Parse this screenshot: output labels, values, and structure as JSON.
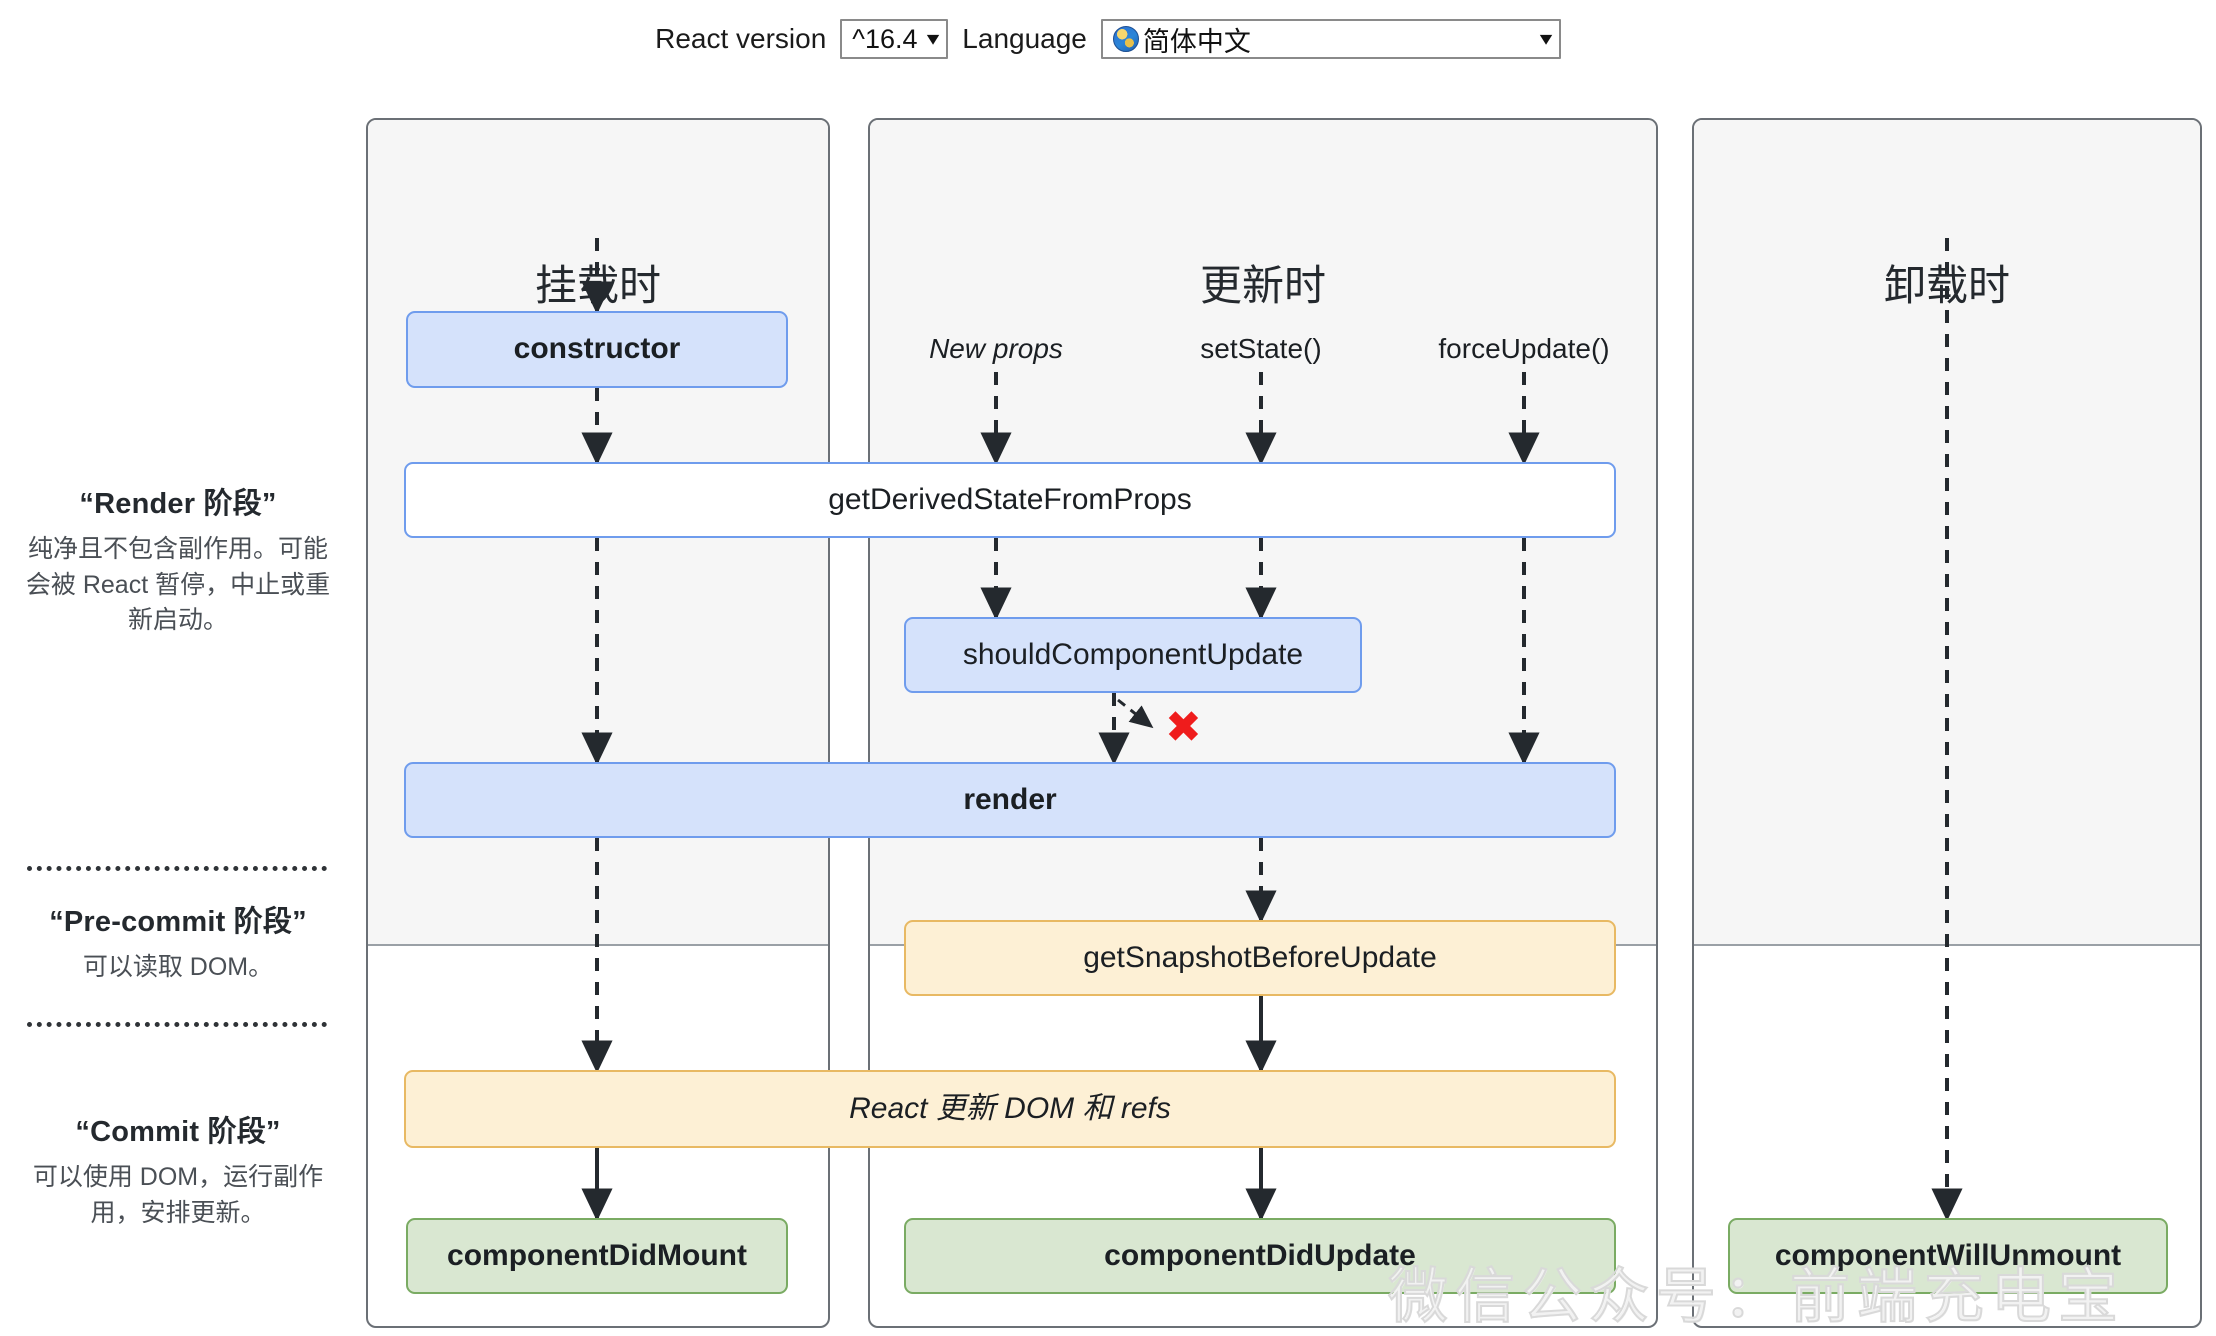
{
  "toolbar": {
    "react_version_label": "React version",
    "react_version_value": "^16.4",
    "language_label": "Language",
    "language_value": "简体中文",
    "caret": "⌄",
    "globe_icon": "globe-icon"
  },
  "legend": [
    {
      "title": "“Render 阶段”",
      "desc": "纯净且不包含副作用。可能会被 React 暂停，中止或重新启动。"
    },
    {
      "title": "“Pre-commit 阶段”",
      "desc": "可以读取 DOM。"
    },
    {
      "title": "“Commit 阶段”",
      "desc": "可以使用 DOM，运行副作用，安排更新。"
    }
  ],
  "panels": [
    {
      "title": "挂载时"
    },
    {
      "title": "更新时"
    },
    {
      "title": "卸载时"
    }
  ],
  "triggers": [
    {
      "label": "New props",
      "style": "italic"
    },
    {
      "label": "setState()",
      "style": "normal"
    },
    {
      "label": "forceUpdate()",
      "style": "normal"
    }
  ],
  "nodes": {
    "constructor": "constructor",
    "get_derived_state_from_props": "getDerivedStateFromProps",
    "should_component_update": "shouldComponentUpdate",
    "render": "render",
    "get_snapshot_before_update": "getSnapshotBeforeUpdate",
    "react_updates_dom": "React 更新 DOM 和 refs",
    "component_did_mount": "componentDidMount",
    "component_did_update": "componentDidUpdate",
    "component_will_unmount": "componentWillUnmount"
  },
  "markers": {
    "reject": "✖"
  },
  "watermark": {
    "text": "微信公众号：前端充电宝"
  },
  "colors": {
    "blue_fill": "#d5e2fb",
    "blue_border": "#6f9ced",
    "orange_fill": "#fdf0d5",
    "orange_border": "#e8b963",
    "green_fill": "#d9e7d1",
    "green_border": "#7aab63",
    "panel_border": "#6b7076",
    "panel_top_bg": "#f6f6f6",
    "reject_red": "#ef1c1c"
  }
}
